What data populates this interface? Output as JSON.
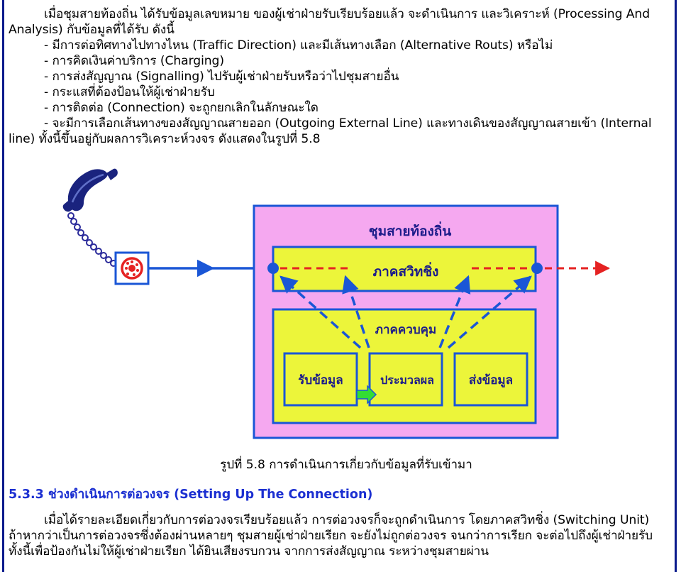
{
  "paragraph1": {
    "lines": [
      "เมื่อชุมสายท้องถิ่น ได้รับข้อมูลเลขหมาย ของผู้เช่าฝ่ายรับเรียบร้อยแล้ว จะดำเนินการ และวิเคราะห์ (Processing And",
      "Analysis) กับข้อมูลที่ได้รับ ดังนี้"
    ],
    "bullets": [
      "- มีการต่อทิศทางไปทางไหน (Traffic Direction) และมีเส้นทางเลือก (Alternative Routs) หรือไม่",
      "- การคิดเงินค่าบริการ (Charging)",
      "- การส่งสัญญาณ (Signalling) ไปรับผู้เช่าฝ่ายรับหรือว่าไปชุมสายอื่น",
      "- กระแสที่ต้องป้อนให้ผู้เช่าฝ่ายรับ",
      "- การติดต่อ (Connection) จะถูกยกเลิกในลักษณะใด",
      "- จะมีการเลือกเส้นทางของสัญญาณสายออก (Outgoing External Line) และทางเดินของสัญญาณสายเข้า (Internal"
    ],
    "tail": "line) ทั้งนี้ขึ้นอยู่กับผลการวิเคราะห์วงจร ดังแสดงในรูปที่ 5.8"
  },
  "diagram": {
    "outer_title": "ชุมสายท้องถิ่น",
    "switching_label": "ภาคสวิทชิ่ง",
    "control_label": "ภาคควบคุม",
    "receive_label": "รับข้อมูล",
    "process_label": "ประมวลผล",
    "send_label": "ส่งข้อมูล",
    "colors": {
      "outer_fill": "#f5a8f0",
      "inner_fill": "#ecf53a",
      "border": "#1a56d6",
      "label": "#1c1c8a",
      "dashed_red": "#e52222",
      "dashed_blue": "#1a56d6",
      "arrow_green": "#33dd33"
    }
  },
  "figure_caption": "รูปที่ 5.8 การดำเนินการเกี่ยวกับข้อมูลที่รับเข้ามา",
  "section_heading": "5.3.3 ช่วงดำเนินการต่อวงจร (Setting Up The Connection)",
  "paragraph2": {
    "lines": [
      "เมื่อได้รายละเอียดเกี่ยวกับการต่อวงจรเรียบร้อยแล้ว การต่อวงจรก็จะถูกดำเนินการ โดยภาคสวิทชิ่ง (Switching Unit)",
      "ถ้าหากว่าเป็นการต่อวงจรซึ่งต้องผ่านหลายๆ ชุมสายผู้เช่าฝ่ายเรียก จะยังไม่ถูกต่อวงจร จนกว่าการเรียก จะต่อไปถึงผู้เช่าฝ่ายรับ",
      "ทั้งนี้เพื่อป้องกันไม่ให้ผู้เช่าฝ่ายเรียก ได้ยินเสียงรบกวน จากการส่งสัญญาณ ระหว่างชุมสายผ่าน"
    ]
  }
}
